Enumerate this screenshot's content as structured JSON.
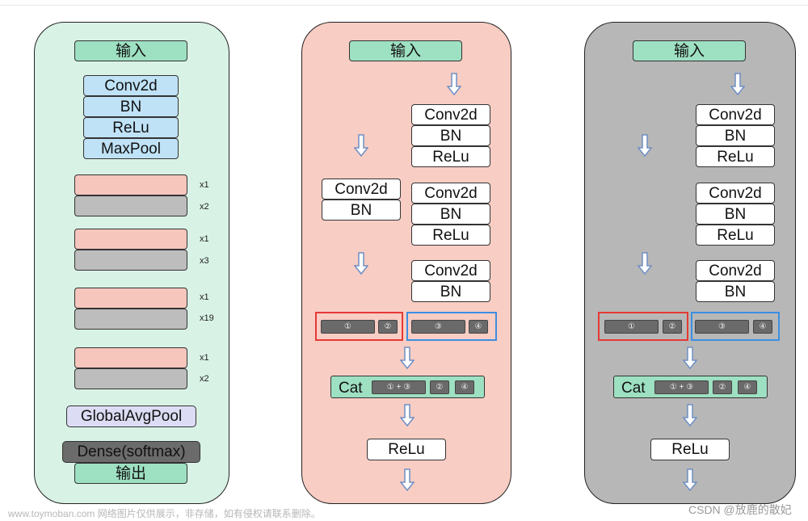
{
  "panel1": {
    "input": "输入",
    "stem": [
      "Conv2d",
      "BN",
      "ReLu",
      "MaxPool"
    ],
    "stages": [
      {
        "top_rep": "x1",
        "bottom_rep": "x2"
      },
      {
        "top_rep": "x1",
        "bottom_rep": "x3"
      },
      {
        "top_rep": "x1",
        "bottom_rep": "x19"
      },
      {
        "top_rep": "x1",
        "bottom_rep": "x2"
      }
    ],
    "pool": "GlobalAvgPool",
    "dense": "Dense(softmax)",
    "output": "输出"
  },
  "panel2": {
    "input": "输入",
    "left_branch": [
      "Conv2d",
      "BN"
    ],
    "right_block1": [
      "Conv2d",
      "BN",
      "ReLu"
    ],
    "right_block2": [
      "Conv2d",
      "BN",
      "ReLu"
    ],
    "right_block3": [
      "Conv2d",
      "BN"
    ],
    "chips": [
      "①",
      "②",
      "③",
      "④"
    ],
    "cat_label": "Cat",
    "cat_chips": [
      "① + ③",
      "②",
      "④"
    ],
    "relu": "ReLu"
  },
  "panel3": {
    "input": "输入",
    "right_block1": [
      "Conv2d",
      "BN",
      "ReLu"
    ],
    "right_block2": [
      "Conv2d",
      "BN",
      "ReLu"
    ],
    "right_block3": [
      "Conv2d",
      "BN"
    ],
    "chips": [
      "①",
      "②",
      "③",
      "④"
    ],
    "cat_label": "Cat",
    "cat_chips": [
      "① + ③",
      "②",
      "④"
    ],
    "relu": "ReLu"
  },
  "watermark": {
    "left": "www.toymoban.com 网络图片仅供展示，非存储，如有侵权请联系删除。",
    "right": "CSDN @放鹿的散妃"
  },
  "colors": {
    "panel1_bg": "#d9f2e6",
    "panel2_bg": "#f8cdc4",
    "panel3_bg": "#b7b7b7",
    "green": "#9ee0c2",
    "blue": "#bfe2f6",
    "pink": "#f6c6bd",
    "gray": "#bdbdbd",
    "red_frame": "#e53935",
    "blue_frame": "#3b8fe3",
    "arrow": "#6f8fc4"
  }
}
